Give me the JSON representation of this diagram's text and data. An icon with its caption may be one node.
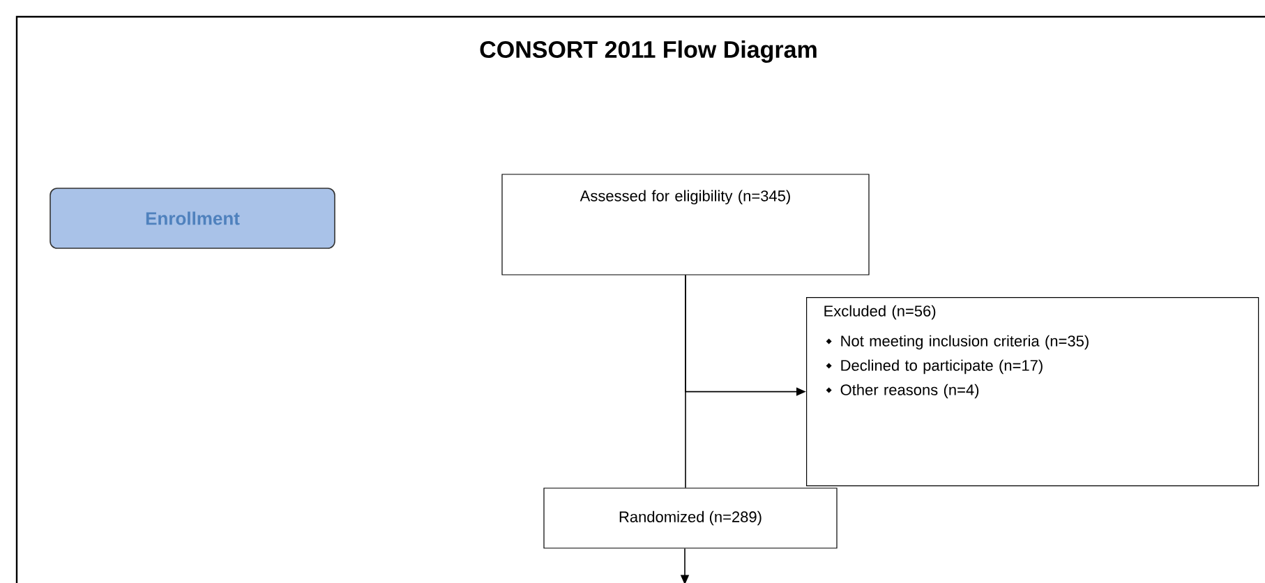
{
  "diagram": {
    "title": "CONSORT 2011 Flow Diagram",
    "nodes": [
      {
        "text": [
          "Enrollment"
        ]
      },
      {
        "text": [
          "Assessed for eligibility (n=345)"
        ]
      },
      {
        "text": [
          "Excluded  (n=56)",
          "Not meeting inclusion criteria (n=35)",
          "Declined to participate (n=17)",
          "Other reasons (n=4)"
        ]
      },
      {
        "text": [
          "Randomized (n=289)"
        ]
      }
    ],
    "edges": [
      {
        "from": 1,
        "to": 2,
        "arrow": "to"
      },
      {
        "from": 1,
        "to": 3,
        "arrow": "none"
      },
      {
        "from": 3,
        "to": null,
        "arrow": "to"
      }
    ]
  }
}
